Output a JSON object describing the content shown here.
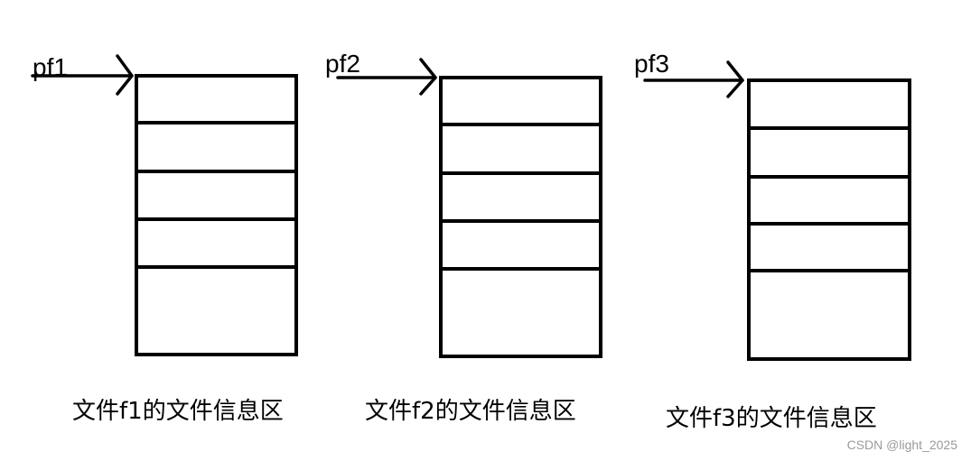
{
  "files": [
    {
      "pointer_label": "pf1",
      "caption": "文件f1的文件信息区"
    },
    {
      "pointer_label": "pf2",
      "caption": "文件f2的文件信息区"
    },
    {
      "pointer_label": "pf3",
      "caption": "文件f3的文件信息区"
    }
  ],
  "watermark": "CSDN @light_2025"
}
